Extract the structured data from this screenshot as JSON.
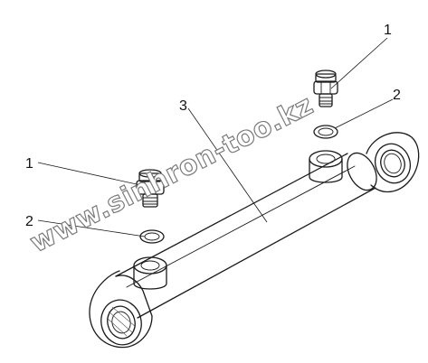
{
  "callouts": [
    {
      "id": "fitting-top",
      "label": "1"
    },
    {
      "id": "seal-top",
      "label": "2"
    },
    {
      "id": "cylinder-body",
      "label": "3"
    },
    {
      "id": "fitting-left",
      "label": "1"
    },
    {
      "id": "seal-left",
      "label": "2"
    }
  ],
  "watermark": {
    "text": "www.sinhron-too.kz"
  }
}
